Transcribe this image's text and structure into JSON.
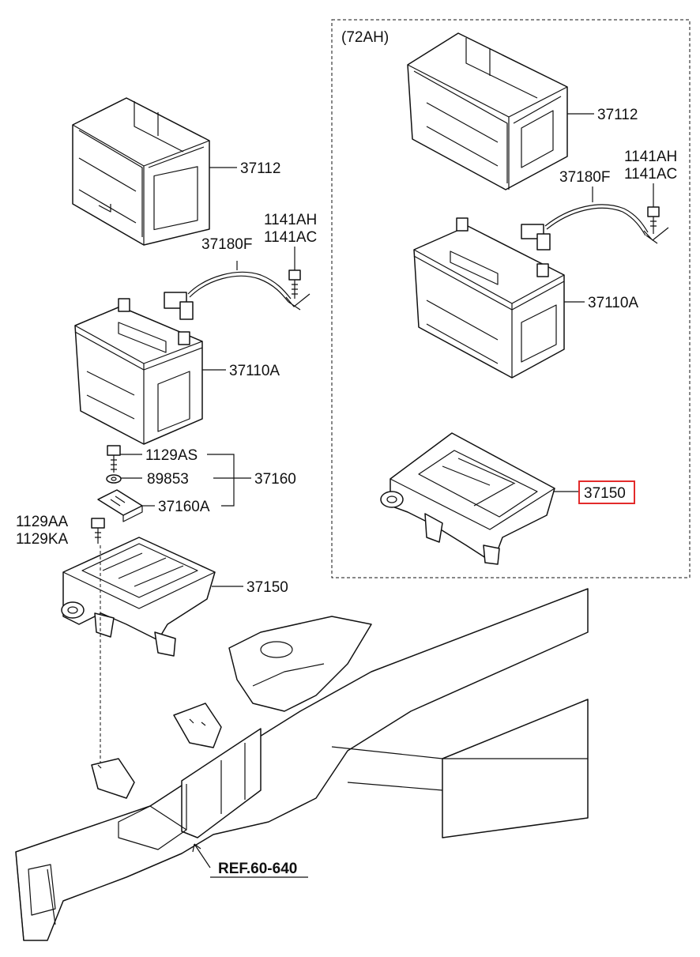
{
  "inset": {
    "title": "(72AH)"
  },
  "labels": {
    "tray_cover_main": "37112",
    "cable_main": "37180F",
    "bolt_a_main": "1141AH",
    "bolt_b_main": "1141AC",
    "battery_main": "37110A",
    "bolt_1129as": "1129AS",
    "washer_89853": "89853",
    "group_37160": "37160",
    "bracket_37160a": "37160A",
    "bolt_1129aa": "1129AA",
    "bolt_1129ka": "1129KA",
    "tray_main": "37150",
    "tray_cover_inset": "37112",
    "cable_inset": "37180F",
    "bolt_a_inset": "1141AH",
    "bolt_b_inset": "1141AC",
    "battery_inset": "37110A",
    "tray_inset": "37150",
    "ref": "REF.60-640"
  },
  "highlight": {
    "part": "tray_inset",
    "color": "#e32b2b"
  }
}
